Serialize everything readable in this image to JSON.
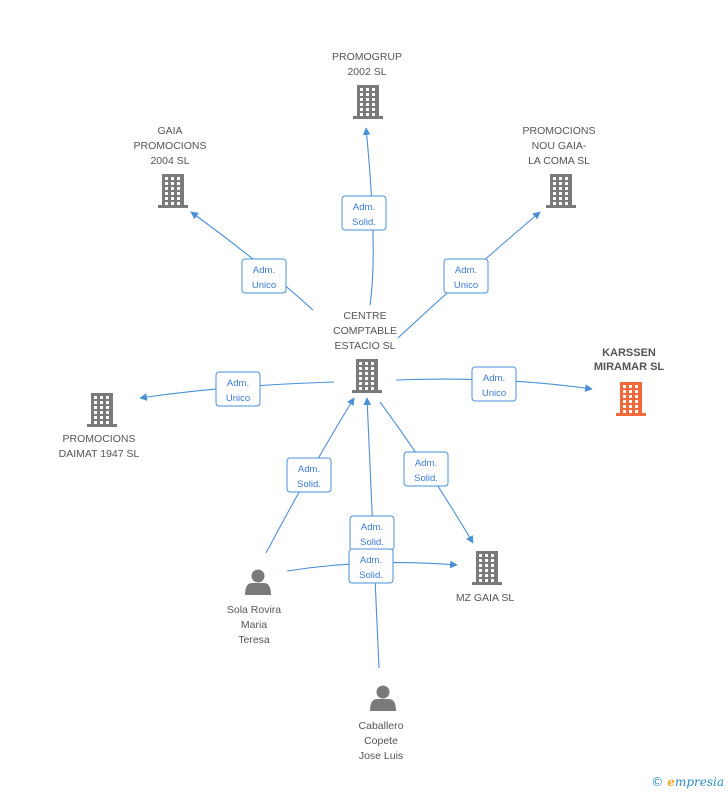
{
  "colors": {
    "company": "#7a7a7a",
    "highlight": "#f26a3a",
    "person": "#7a7a7a",
    "edge": "#4a90d9"
  },
  "nodes": [
    {
      "id": "centre",
      "type": "company",
      "label": [
        "CENTRE",
        "COMPTABLE",
        "ESTACIO SL"
      ],
      "icon": "building-icon"
    },
    {
      "id": "promogrup",
      "type": "company",
      "label": [
        "PROMOGRUP",
        "2002 SL"
      ],
      "icon": "building-icon"
    },
    {
      "id": "gaia",
      "type": "company",
      "label": [
        "GAIA",
        "PROMOCIONS",
        "2004 SL"
      ],
      "icon": "building-icon"
    },
    {
      "id": "noucoma",
      "type": "company",
      "label": [
        "PROMOCIONS",
        "NOU GAIA-",
        "LA COMA SL"
      ],
      "icon": "building-icon"
    },
    {
      "id": "karssen",
      "type": "company",
      "highlight": true,
      "label": [
        "KARSSEN",
        "MIRAMAR SL"
      ],
      "icon": "building-icon"
    },
    {
      "id": "daimat",
      "type": "company",
      "label": [
        "PROMOCIONS",
        "DAIMAT 1947 SL"
      ],
      "icon": "building-icon"
    },
    {
      "id": "mzgaia",
      "type": "company",
      "label": [
        "MZ GAIA SL"
      ],
      "icon": "building-icon"
    },
    {
      "id": "sola",
      "type": "person",
      "label": [
        "Sola Rovira",
        "Maria",
        "Teresa"
      ],
      "icon": "person-icon"
    },
    {
      "id": "caballero",
      "type": "person",
      "label": [
        "Caballero",
        "Copete",
        "Jose Luis"
      ],
      "icon": "person-icon"
    }
  ],
  "edges": [
    {
      "from": "centre",
      "to": "promogrup",
      "label": [
        "Adm.",
        "Solid."
      ]
    },
    {
      "from": "centre",
      "to": "gaia",
      "label": [
        "Adm.",
        "Unico"
      ]
    },
    {
      "from": "centre",
      "to": "noucoma",
      "label": [
        "Adm.",
        "Unico"
      ]
    },
    {
      "from": "centre",
      "to": "karssen",
      "label": [
        "Adm.",
        "Unico"
      ]
    },
    {
      "from": "centre",
      "to": "daimat",
      "label": [
        "Adm.",
        "Unico"
      ]
    },
    {
      "from": "centre",
      "to": "mzgaia",
      "label": [
        "Adm.",
        "Solid."
      ]
    },
    {
      "from": "sola",
      "to": "centre",
      "label": [
        "Adm.",
        "Solid."
      ]
    },
    {
      "from": "caballero",
      "to": "centre",
      "label": [
        "Adm.",
        "Solid."
      ]
    },
    {
      "from": "sola",
      "to": "mzgaia",
      "label": [
        "Adm.",
        "Solid."
      ]
    }
  ],
  "footer": {
    "copyright": "©",
    "brand_initial": "e",
    "brand_rest": "mpresia"
  }
}
